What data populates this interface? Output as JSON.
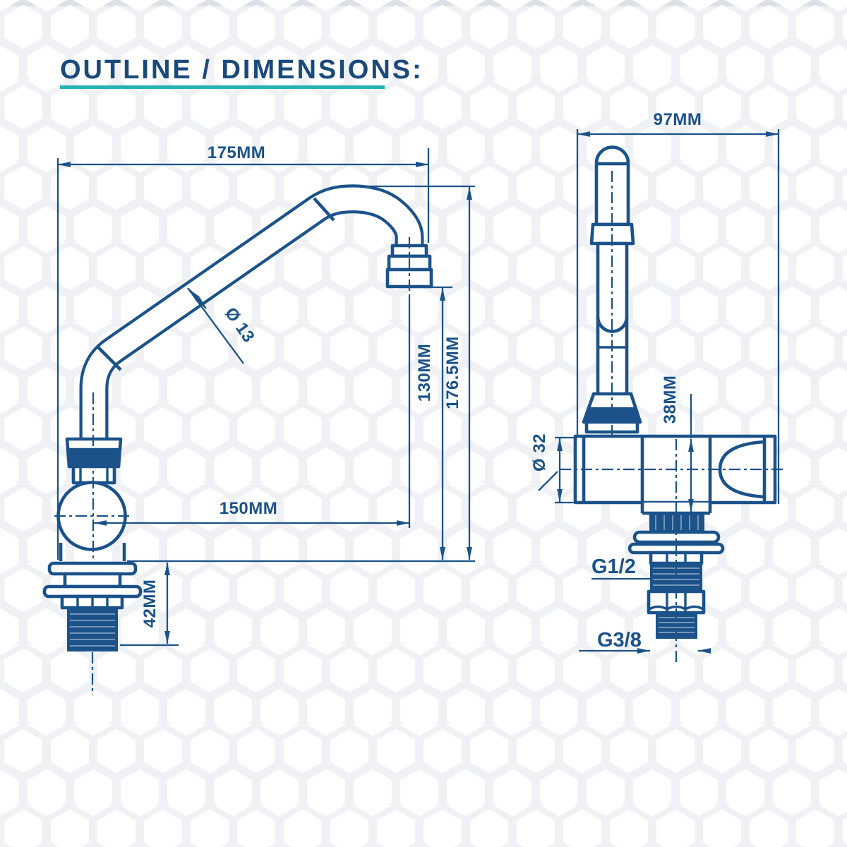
{
  "title": "OUTLINE / DIMENSIONS:",
  "colors": {
    "drawing_line": "#1b5289",
    "title_text": "#1a4a7c",
    "title_underline": "#28b2b4",
    "background": "#ffffff",
    "pattern": "#eff1f4"
  },
  "views": {
    "front": {
      "dims": {
        "width": "175MM",
        "reach": "150MM",
        "outlet_height": "130MM",
        "overall_height": "176.5MM",
        "mount_depth": "42MM",
        "spout_diameter": "Ø 13"
      }
    },
    "side": {
      "dims": {
        "depth": "97MM",
        "body_diameter": "Ø 32",
        "body_height": "38MM",
        "inlet_thread": "G1/2",
        "tail_thread": "G3/8"
      }
    }
  }
}
